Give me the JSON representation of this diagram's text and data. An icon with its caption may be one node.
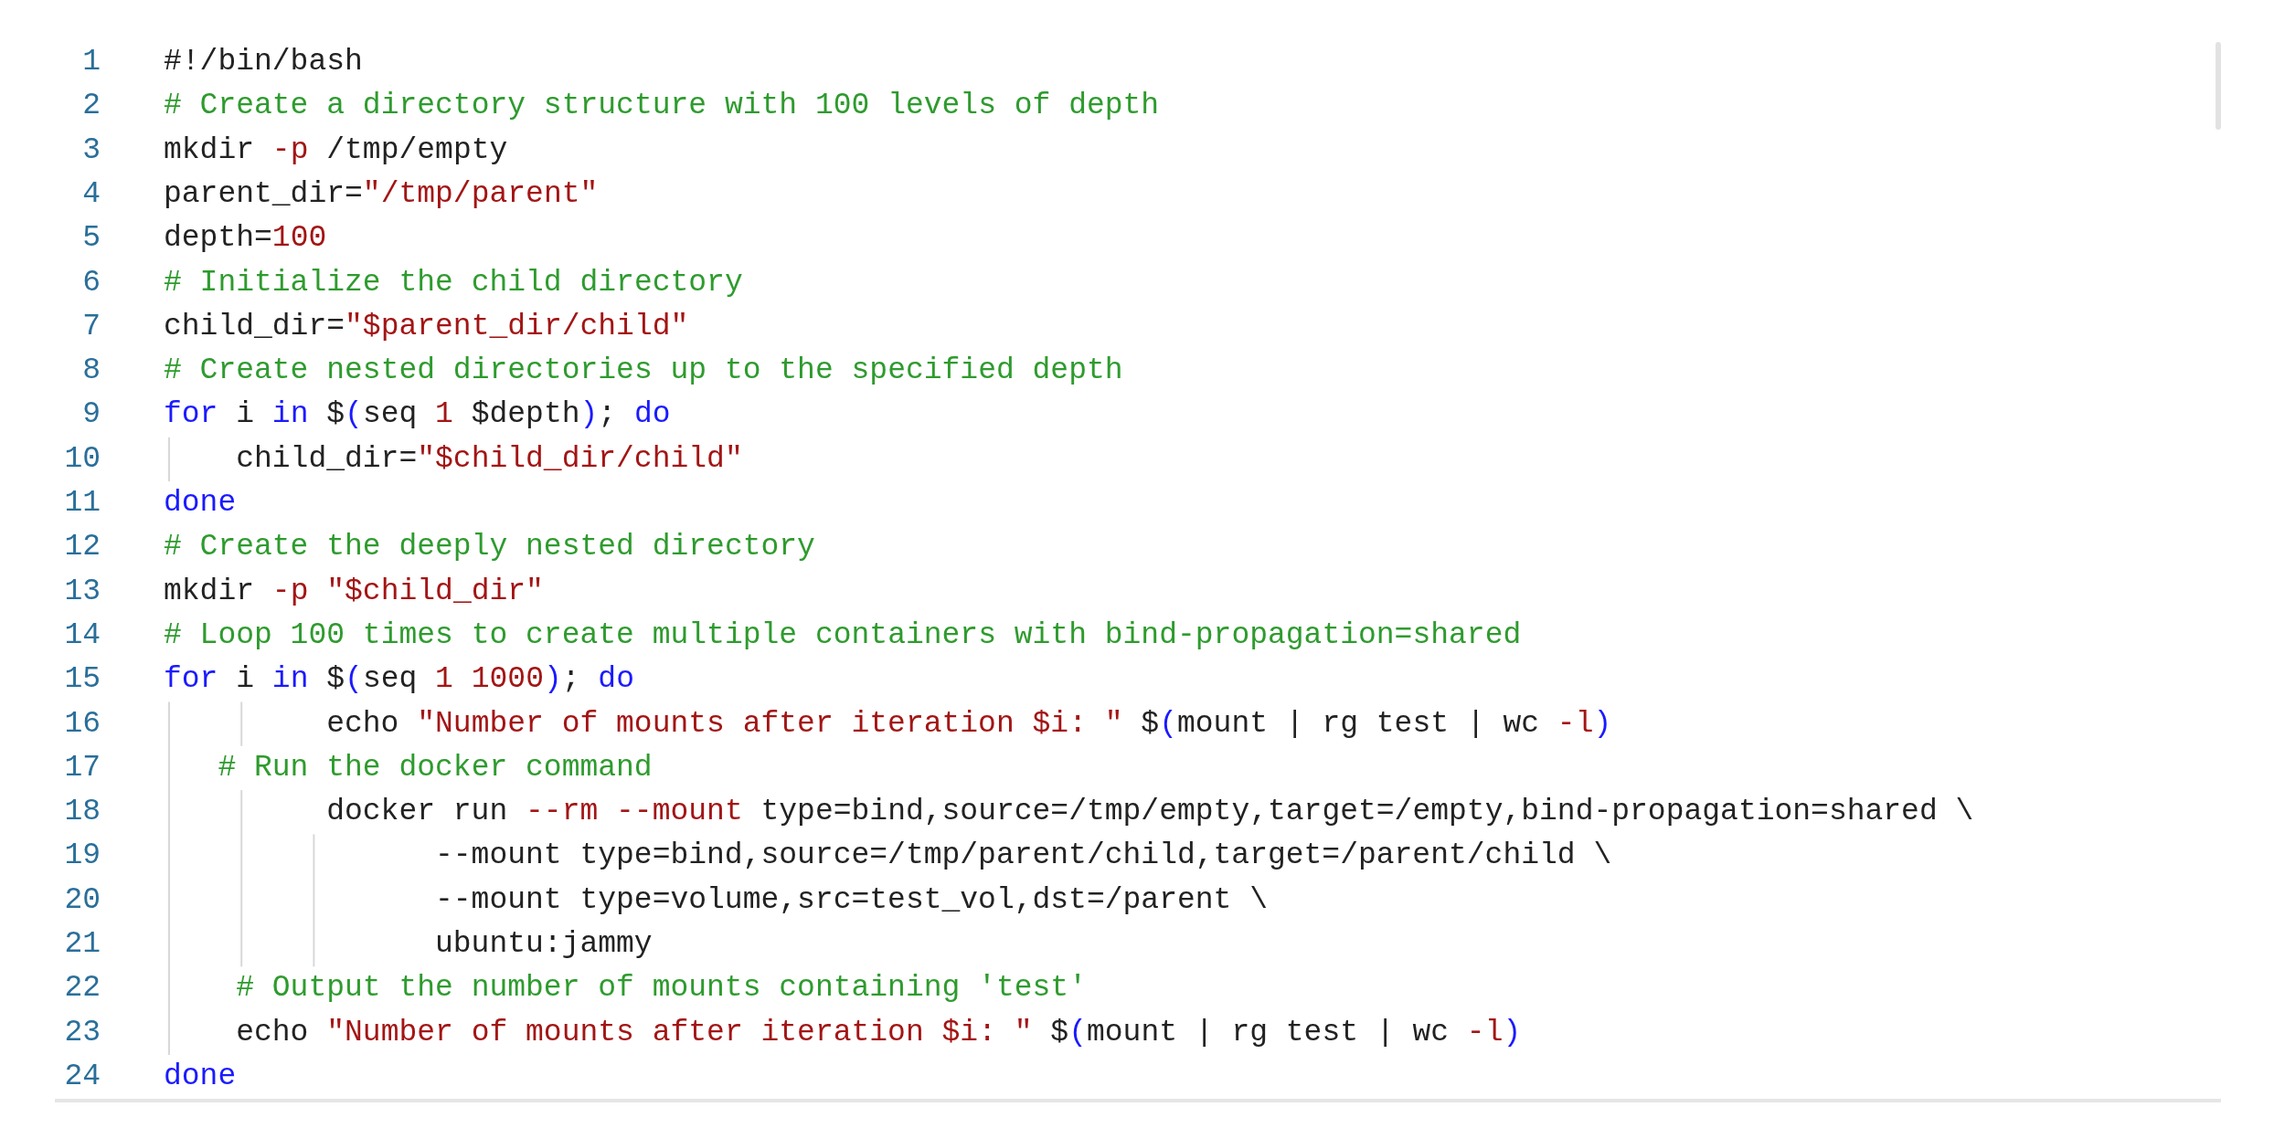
{
  "diagram": {
    "labels": [
      "1",
      "#!/bin/bash",
      "2",
      "# Create a directory structure with 100 levels of depth",
      "3",
      "mkdir -p /tmp/empty",
      "4",
      "parent_dir=\"/tmp/parent\"",
      "5",
      "depth=100",
      "6",
      "# Initialize the child directory",
      "7",
      "child_dir=\"$parent_dir/child\"",
      "8",
      "# Create nested directories up to the specified depth",
      "9",
      "for i in $(seq 1 $depth); do",
      "10",
      "child_dir=\"$child_dir/child\"",
      "11",
      "done",
      "12",
      "# Create the deeply nested directory",
      "13",
      "mkdir -p \"$child_dir\"",
      "14",
      "# Loop 100 times to create multiple containers with bind-propagation=shared",
      "15",
      "for i in $(seq 1 1000); do",
      "16",
      "echo \"Number of mounts after iteration $i: \" $(mount | rg test | wc -l)",
      "17",
      "# Run the docker command",
      "18",
      "docker run --rm --mount type=bind,source=/tmp/empty,target=/empty,bind-propagation=shared \\",
      "19",
      "--mount type=bind,source=/tmp/parent/child,target=/parent/child \\",
      "20",
      "--mount type=volume,src=test_vol,dst=/parent \\",
      "21",
      "ubuntu:jammy",
      "22",
      "# Output the number of mounts containing 'test'",
      "23",
      "echo \"Number of mounts after iteration $i: \" $(mount | rg test | wc -l)",
      "24",
      "done"
    ]
  }
}
